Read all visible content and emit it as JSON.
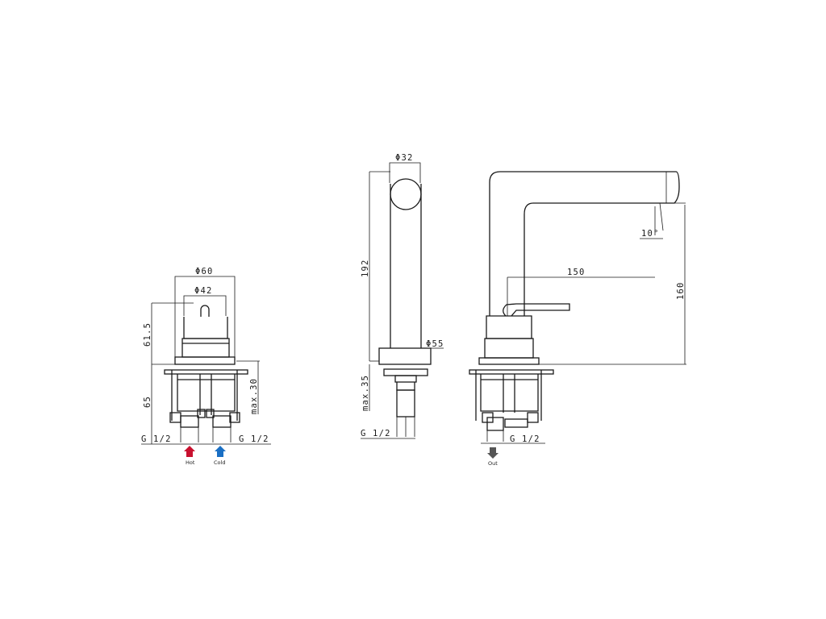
{
  "colors": {
    "hot": "#c8102e",
    "cold": "#1a6fc4",
    "out": "#555555",
    "line": "#1a1a1a"
  },
  "left_view": {
    "dia_outer": "Φ60",
    "dia_inner": "Φ42",
    "height_body": "61.5",
    "height_below": "65",
    "max_deck": "max.30",
    "thread_left": "G 1/2",
    "thread_right": "G 1/2",
    "hot_label": "Hot",
    "cold_label": "Cold"
  },
  "middle_view": {
    "dia_top": "Φ32",
    "dia_base": "Φ55",
    "height_total": "192",
    "max_deck": "max.35",
    "thread": "G 1/2"
  },
  "right_view": {
    "angle": "10°",
    "reach": "150",
    "height_spout": "160",
    "thread": "G 1/2",
    "out_label": "Out"
  }
}
